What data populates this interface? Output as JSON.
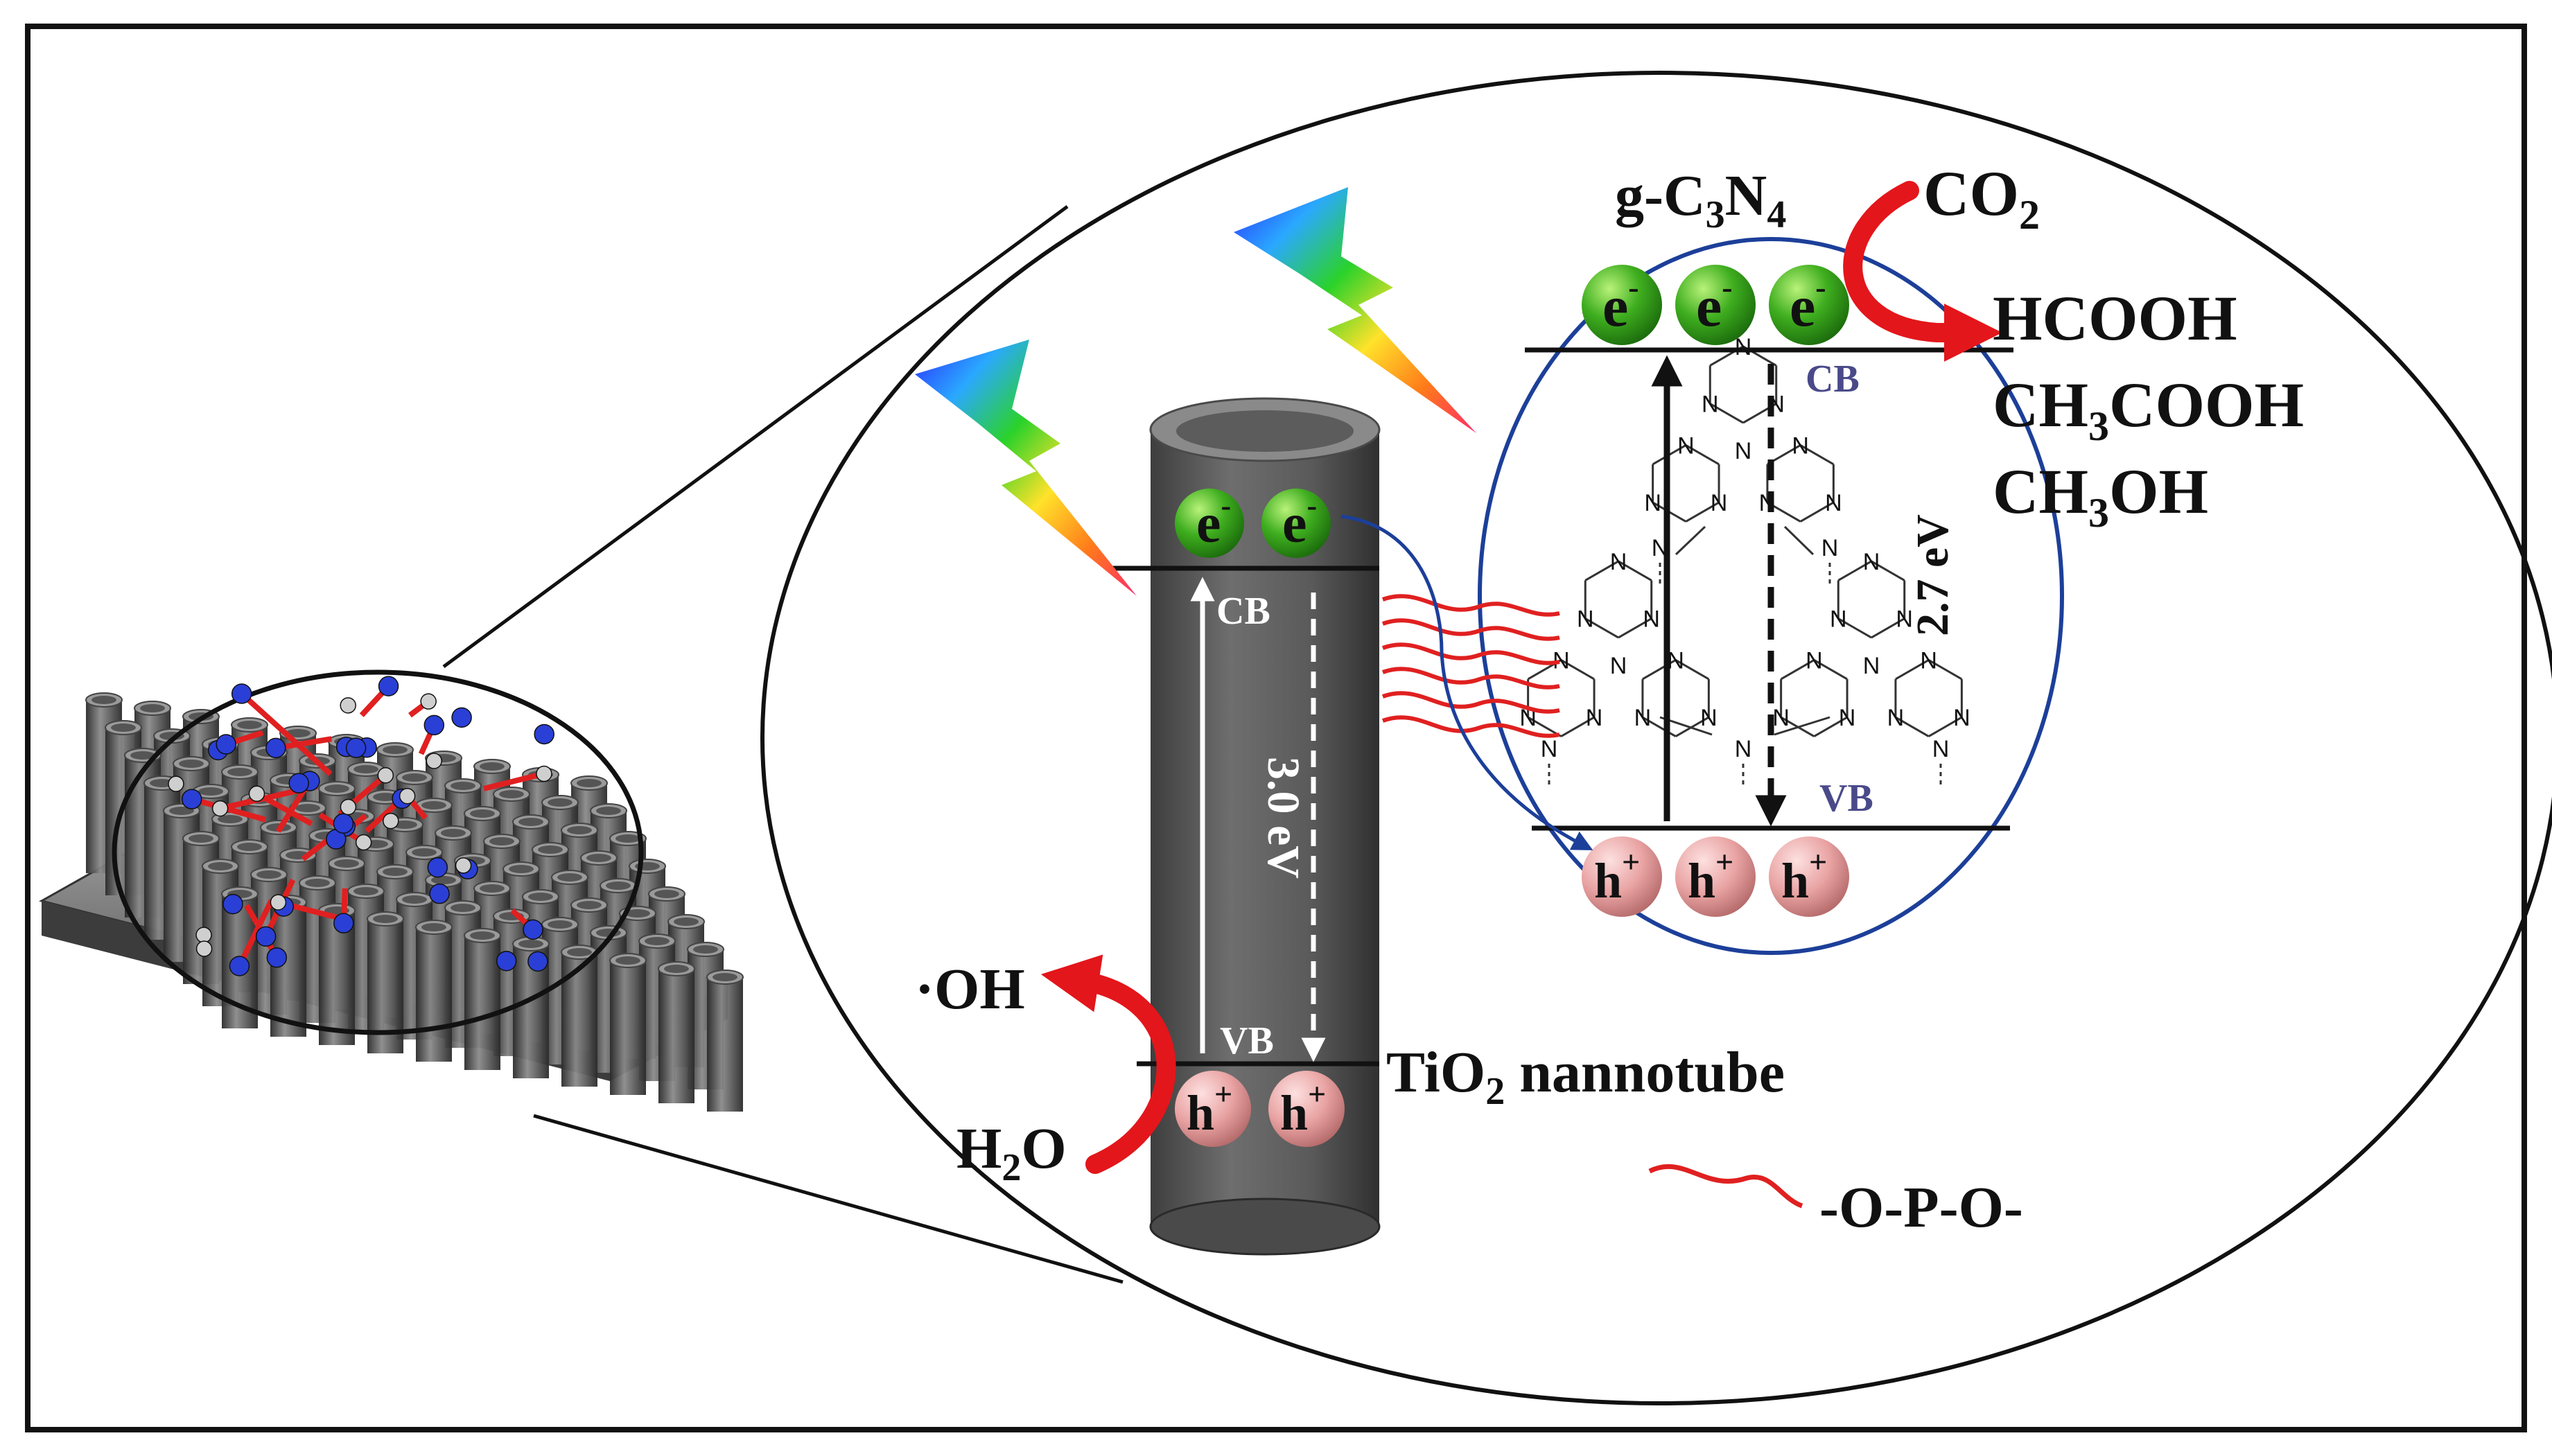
{
  "labels": {
    "gcn_g": "g-C",
    "gcn_3": "3",
    "gcn_n": "N",
    "gcn_4": "4",
    "co2_main": "CO",
    "co2_sub": "2",
    "products": [
      "HCOOH",
      "CH",
      "3",
      "COOH",
      "CH",
      "3",
      "OH"
    ],
    "cb": "CB",
    "vb": "VB",
    "tio2_gap": "3.0 eV",
    "gcn_gap": "2.7 eV",
    "oh": "·OH",
    "h2o_h": "H",
    "h2o_2": "2",
    "h2o_o": "O",
    "tio2_ti": "TiO",
    "tio2_2": "2",
    "tio2_rest": " nannotube",
    "linker": "-O-P-O-",
    "electron": "e",
    "electron_sup": "-",
    "hole": "h",
    "hole_sup": "+",
    "atom_n": "N"
  },
  "colors": {
    "border": "#111111",
    "electron": "#3fae1f",
    "hole": "#e9a3a3",
    "tube": "#5f5f5f",
    "ellipse_blue": "#1c3f99",
    "band_text": "#4a4a8a",
    "linker_red": "#e02020",
    "arrow_red": "#e3161b"
  },
  "icons": [
    "lightning-icon",
    "curved-arrow-icon",
    "nanotube-array-icon"
  ]
}
